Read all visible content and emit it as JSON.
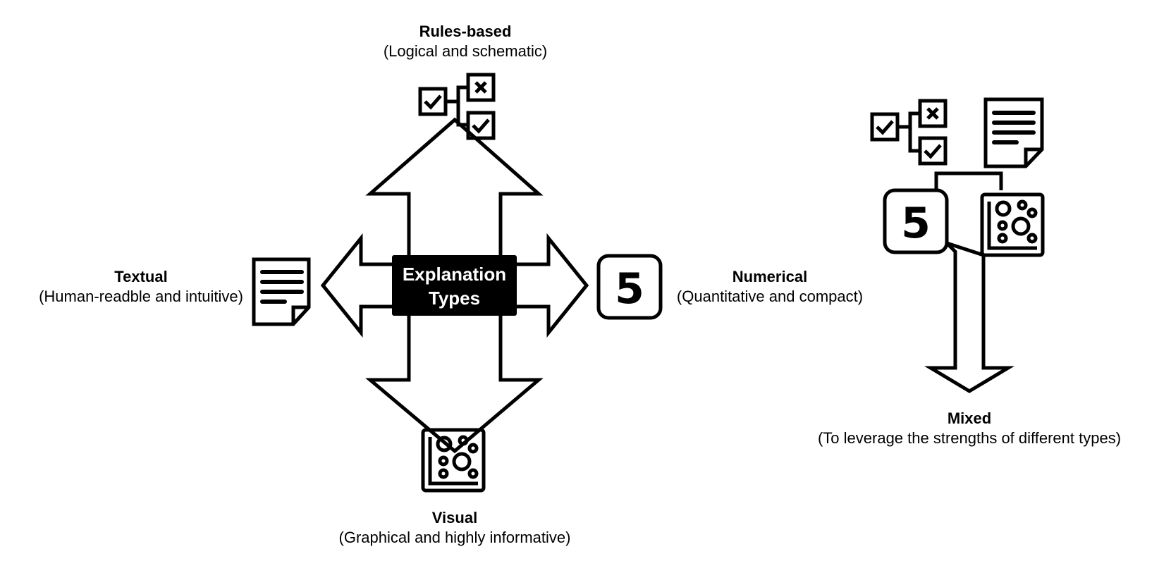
{
  "center": {
    "line1": "Explanation",
    "line2": "Types"
  },
  "types": {
    "rules": {
      "title": "Rules-based",
      "subtitle": "(Logical and schematic)",
      "icon": "decision-tree-icon"
    },
    "textual": {
      "title": "Textual",
      "subtitle": "(Human-readble and intuitive)",
      "icon": "document-icon"
    },
    "numerical": {
      "title": "Numerical",
      "subtitle": "(Quantitative and compact)",
      "icon": "number-icon",
      "value": "5"
    },
    "visual": {
      "title": "Visual",
      "subtitle": "(Graphical and highly informative)",
      "icon": "scatter-plot-icon"
    },
    "mixed": {
      "title": "Mixed",
      "subtitle": "(To leverage the strengths of different types)",
      "icon": "mixed-icon"
    }
  },
  "colors": {
    "ink": "#000000",
    "background": "#ffffff"
  }
}
